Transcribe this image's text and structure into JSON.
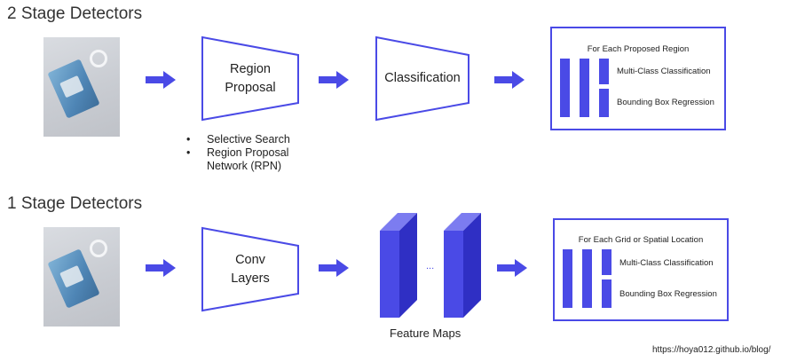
{
  "two_stage": {
    "title": "2 Stage Detectors",
    "region_proposal": {
      "line1": "Region",
      "line2": "Proposal"
    },
    "classification": "Classification",
    "bullets": [
      {
        "bullet": "•",
        "text": "Selective Search"
      },
      {
        "bullet": "•",
        "text": "Region Proposal"
      },
      {
        "bullet": "",
        "text": "Network (RPN)"
      }
    ],
    "output": {
      "header": "For Each Proposed Region",
      "multi_class": "Multi-Class Classification",
      "bbox": "Bounding Box Regression"
    }
  },
  "one_stage": {
    "title": "1 Stage Detectors",
    "conv": {
      "line1": "Conv",
      "line2": "Layers"
    },
    "ellipsis": "...",
    "feature_maps": "Feature Maps",
    "output": {
      "header": "For Each Grid or Spatial Location",
      "multi_class": "Multi-Class Classification",
      "bbox": "Bounding Box Regression"
    }
  },
  "source_url": "https://hoya012.github.io/blog/",
  "colors": {
    "accent": "#4a4ae6",
    "block_dark": "#3b3bcf",
    "block_top": "#7c7cf0"
  }
}
